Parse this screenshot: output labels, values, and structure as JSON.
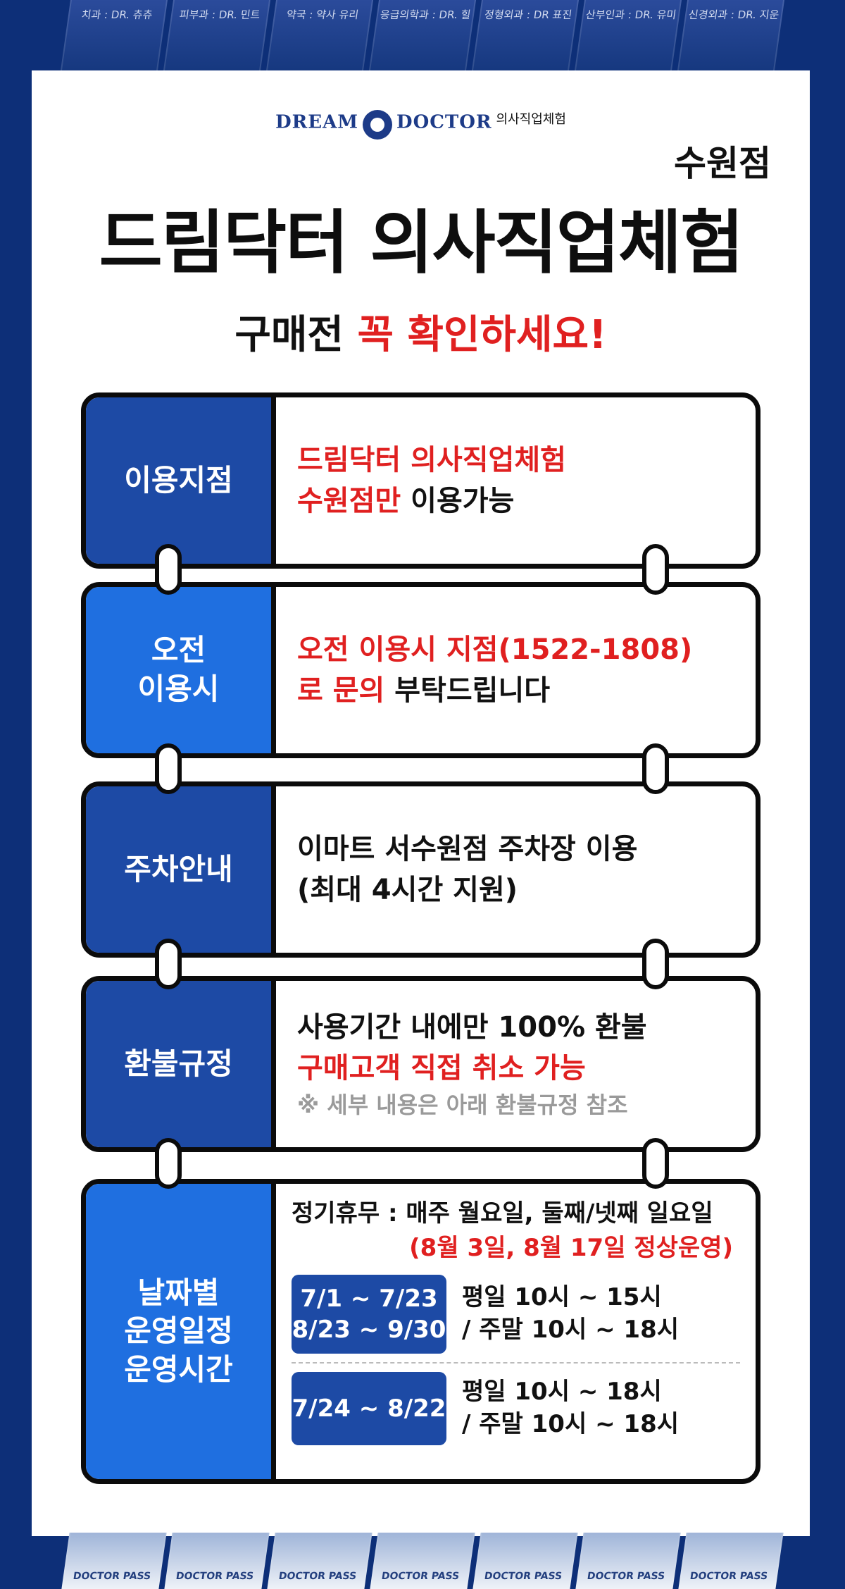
{
  "top_strip": [
    "치과 : DR. 츄츄",
    "피부과 : DR. 민트",
    "약국 : 약사 유리",
    "응급의학과 : DR. 힐",
    "정형외과 : DR 표진",
    "산부인과 : DR. 유미",
    "신경외과 : DR. 지운"
  ],
  "bottom_strip": [
    "DOCTOR PASS",
    "DOCTOR PASS",
    "DOCTOR PASS",
    "DOCTOR PASS",
    "DOCTOR PASS",
    "DOCTOR PASS",
    "DOCTOR PASS"
  ],
  "logo": {
    "text_left": "DREAM",
    "text_right": "DOCTOR",
    "sub": "의사직업체험"
  },
  "header": {
    "branch": "수원점",
    "title": "드림닥터 의사직업체험",
    "subtitle_prefix": "구매전",
    "subtitle_highlight": "꼭 확인하세요!"
  },
  "cards": {
    "branch": {
      "label": "이용지점",
      "line1": "드림닥터 의사직업체험",
      "line2_red": "수원점만",
      "line2_black": "이용가능"
    },
    "morning": {
      "label_line1": "오전",
      "label_line2": "이용시",
      "line1": "오전 이용시 지점(1522-1808)",
      "line2_red": "로 문의",
      "line2_black": "부탁드립니다"
    },
    "parking": {
      "label": "주차안내",
      "line1": "이마트 서수원점 주차장 이용",
      "line2": "(최대 4시간 지원)"
    },
    "refund": {
      "label": "환불규정",
      "line1": "사용기간 내에만 100% 환불",
      "line2": "구매고객 직접 취소 가능",
      "note": "※ 세부 내용은 아래 환불규정 참조"
    },
    "hours": {
      "label_line1": "날짜별",
      "label_line2": "운영일정",
      "label_line3": "운영시간",
      "closed": "정기휴무 : 매주 월요일, 둘째/넷째 일요일",
      "exception": "(8월 3일, 8월 17일 정상운영)",
      "rows": [
        {
          "range1": "7/1 ~ 7/23",
          "range2": "8/23 ~ 9/30",
          "weekday": "평일 10시 ~ 15시",
          "weekend": "/ 주말 10시 ~ 18시"
        },
        {
          "range1": "7/24 ~ 8/22",
          "weekday": "평일 10시 ~ 18시",
          "weekend": "/ 주말 10시 ~ 18시"
        }
      ]
    }
  }
}
